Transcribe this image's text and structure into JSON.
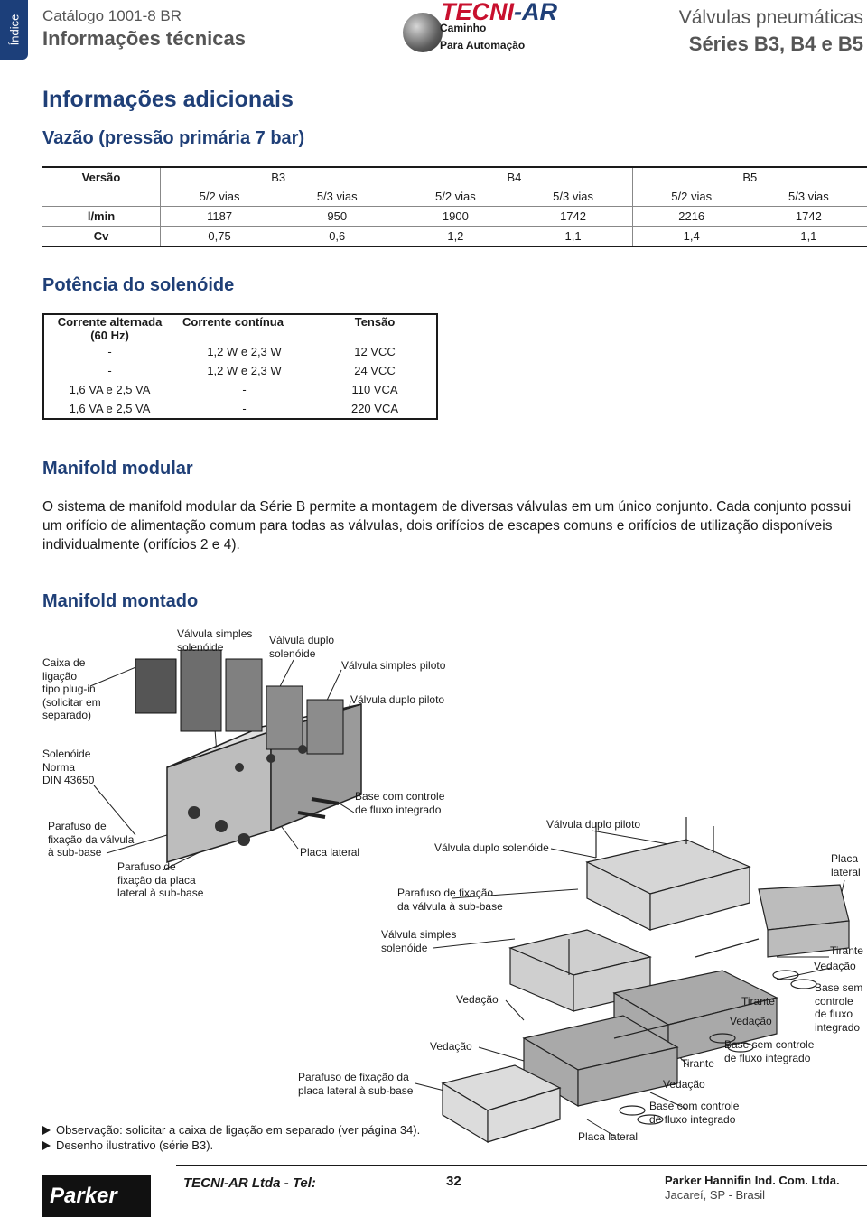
{
  "header": {
    "index_tab": "Índice",
    "catalog": "Catálogo 1001-8 BR",
    "section": "Informações técnicas",
    "logo_text": "TECNI-AR",
    "logo_sub1": "Caminho",
    "logo_sub2": "Para Automação",
    "title_line1": "Válvulas pneumáticas",
    "title_line2": "Séries B3, B4 e B5"
  },
  "main": {
    "title": "Informações adicionais",
    "flow": {
      "heading": "Vazão (pressão primária 7 bar)",
      "version_label": "Versão",
      "series": [
        "B3",
        "B4",
        "B5"
      ],
      "ways": [
        "5/2 vias",
        "5/3 vias",
        "5/2 vias",
        "5/3 vias",
        "5/2 vias",
        "5/3 vias"
      ],
      "rows": [
        {
          "label": "l/min",
          "values": [
            "1187",
            "950",
            "1900",
            "1742",
            "2216",
            "1742"
          ]
        },
        {
          "label": "Cv",
          "values": [
            "0,75",
            "0,6",
            "1,2",
            "1,1",
            "1,4",
            "1,1"
          ]
        }
      ]
    },
    "power": {
      "heading": "Potência do solenóide",
      "col1": "Corrente alternada",
      "col1b": "(60 Hz)",
      "col2": "Corrente contínua",
      "col3": "Tensão",
      "rows": [
        [
          "-",
          "1,2 W e 2,3 W",
          "12 VCC"
        ],
        [
          "-",
          "1,2 W e 2,3 W",
          "24 VCC"
        ],
        [
          "1,6 VA e 2,5 VA",
          "-",
          "110 VCA"
        ],
        [
          "1,6 VA e 2,5 VA",
          "-",
          "220 VCA"
        ]
      ]
    },
    "manifold": {
      "heading": "Manifold modular",
      "paragraph": "O sistema de manifold modular da Série B permite a montagem de diversas válvulas em um único conjunto. Cada conjunto possui um orifício de alimentação comum para todas as válvulas, dois orifícios de escapes comuns e orifícios de utilização disponíveis individualmente (orifícios 2 e 4)."
    },
    "assembled": {
      "heading": "Manifold montado",
      "labels": {
        "caixa": [
          "Caixa de",
          "ligação",
          "tipo plug-in",
          "(solicitar em",
          "separado)"
        ],
        "simples_sol": [
          "Válvula simples",
          "solenóide"
        ],
        "duplo_sol": [
          "Válvula duplo",
          "solenóide"
        ],
        "simples_pil": "Válvula simples piloto",
        "duplo_pil": "Válvula duplo piloto",
        "solenoide_norma": [
          "Solenóide",
          "Norma",
          "DIN 43650"
        ],
        "base_controle": [
          "Base com controle",
          "de fluxo integrado"
        ],
        "parafuso_valvula": [
          "Parafuso de",
          "fixação  da  válvula",
          "à sub-base"
        ],
        "parafuso_placa": [
          "Parafuso de",
          "fixação da placa",
          "lateral à sub-base"
        ],
        "placa_lateral": "Placa lateral"
      }
    },
    "exploded": {
      "duplo_piloto": "Válvula duplo piloto",
      "duplo_solenoide": "Válvula duplo solenóide",
      "placa_lateral_r": [
        "Placa",
        "lateral"
      ],
      "parafuso_valvula": [
        "Parafuso de fixação",
        "da válvula à sub-base"
      ],
      "simples_sol": [
        "Válvula simples",
        "solenóide"
      ],
      "tirante": "Tirante",
      "vedacao": "Vedação",
      "base_sem_1": [
        "Base sem",
        "controle",
        "de fluxo",
        "integrado"
      ],
      "base_sem_2": [
        "Base sem controle",
        "de fluxo integrado"
      ],
      "base_com": [
        "Base com controle",
        "de fluxo integrado"
      ],
      "parafuso_placa": [
        "Parafuso de fixação da",
        "placa lateral à sub-base"
      ],
      "placa_lateral_b": "Placa lateral"
    },
    "notes": [
      "Observação: solicitar a caixa de ligação em separado (ver página 34).",
      "Desenho ilustrativo (série B3)."
    ]
  },
  "footer": {
    "brand": "Parker",
    "tel": "TECNI-AR Ltda - Tel:",
    "page": "32",
    "company": "Parker Hannifin Ind. Com. Ltda.",
    "city": "Jacareí, SP - Brasil"
  }
}
